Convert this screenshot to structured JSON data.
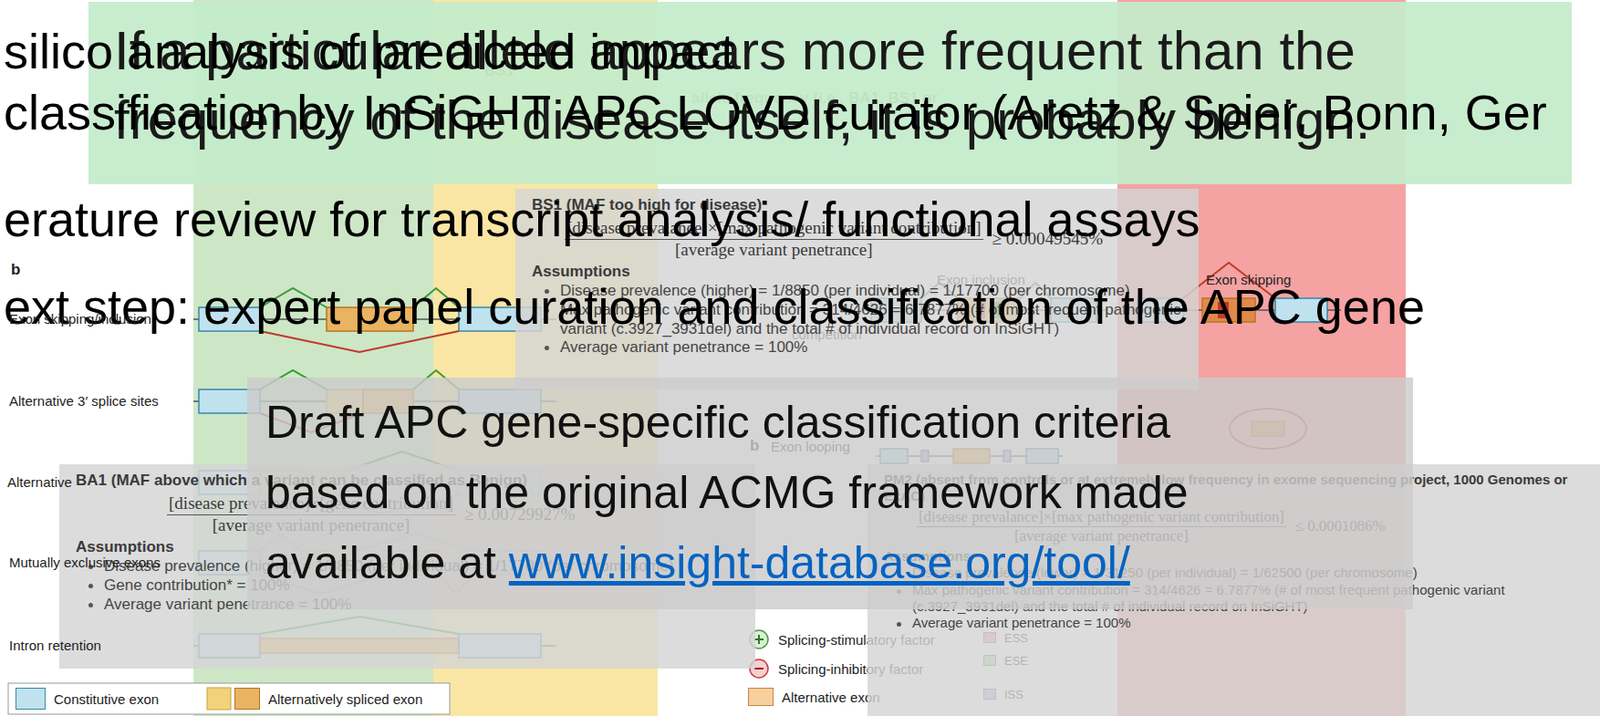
{
  "diagram": {
    "nodes": [
      {
        "text": [
          "If a particular allele appears more frequent than the frequency of the disease itself, it is probably benign."
        ]
      },
      {
        "text": [
          "BS1 (MAF too high for disease)",
          "[disease prevalance]×[max pathogenic variant contribution]",
          "[average variant penetrance]",
          "≥ 0.00049545%",
          "Assumptions",
          "Disease prevalence (higher) = 1/8850 (per individual) = 1/17700 (per chromosome)",
          "Max pathogenic variant contribution = 314/4626 = 6.7877% (# of most frequent pathogenic variant (c.3927_3931del) and the total # of individual record on InSiGHT)",
          "Average variant penetrance = 100%"
        ]
      },
      {
        "text": [
          "BA1 (MAF above which a variant can be classified as Benign)",
          "[disease prevalence]×[gene contribution]",
          "[average variant penetrance]",
          "≥ 0.00729927%",
          "Assumptions",
          "Disease prevalence (higher) = 1/8850 (per individual) = 1/17700 (per chromosome)",
          "Gene contribution* = 100%",
          "Average variant penetrance = 100%"
        ]
      },
      {
        "text": [
          "PM2 (absent from controls or at extremely low frequency in exome sequencing project, 1000 Genomes or ExAC)",
          "[disease prevalance]×[max pathogenic variant contribution]",
          "[average variant penetrance]",
          "≤ 0.0001086%",
          "Assumptions",
          "Disease prevalence (lower) = 1/31250 (per individual) = 1/62500 (per chromosome)",
          "Max pathogenic variant contribution = 314/4626 = 6.7877% (# of most frequent pathogenic variant (c.3927_3931del) and the total # of individual record on InSiGHT)",
          "Average variant penetrance = 100%"
        ]
      },
      {
        "text": [
          "Draft APC gene-specific classification criteria based on the original ACMG framework made available at www.insight-database.org/tool/"
        ]
      }
    ],
    "labels": [
      "silico analysis of predicted impact",
      "classification by InSiGHT APC LOVD curator (Aretz & Spier, Bonn, Ger",
      "erature review for transcript analysis/ functional assays",
      "ext step: expert panel curation and classification of the APC gene",
      "BS1",
      "allele frequency (i.e., BA1, BS1 or",
      "b",
      "Exon skipping/inclusion",
      "Alternative 3′ splice sites",
      "Alternative",
      "Mutually exclusive exons",
      "Intron retention",
      "Exon inclusion",
      "Exon skipping",
      "competition",
      "b",
      "Exon looping"
    ],
    "legend": [
      {
        "text": "Constitutive exon",
        "color": "#bfe2ee"
      },
      {
        "text": "Alternatively spliced exon",
        "color": "#e9b461"
      },
      {
        "text": "Splicing-stimulatory factor"
      },
      {
        "text": "Splicing-inhibitory factor"
      },
      {
        "text": "Alternative exon",
        "color": "#f8cf9f"
      },
      {
        "text": "ESS",
        "color": "#e9a3a3"
      },
      {
        "text": "ESE",
        "color": "#a9d6a1"
      },
      {
        "text": "ISS",
        "color": "#b9acd9"
      }
    ]
  }
}
